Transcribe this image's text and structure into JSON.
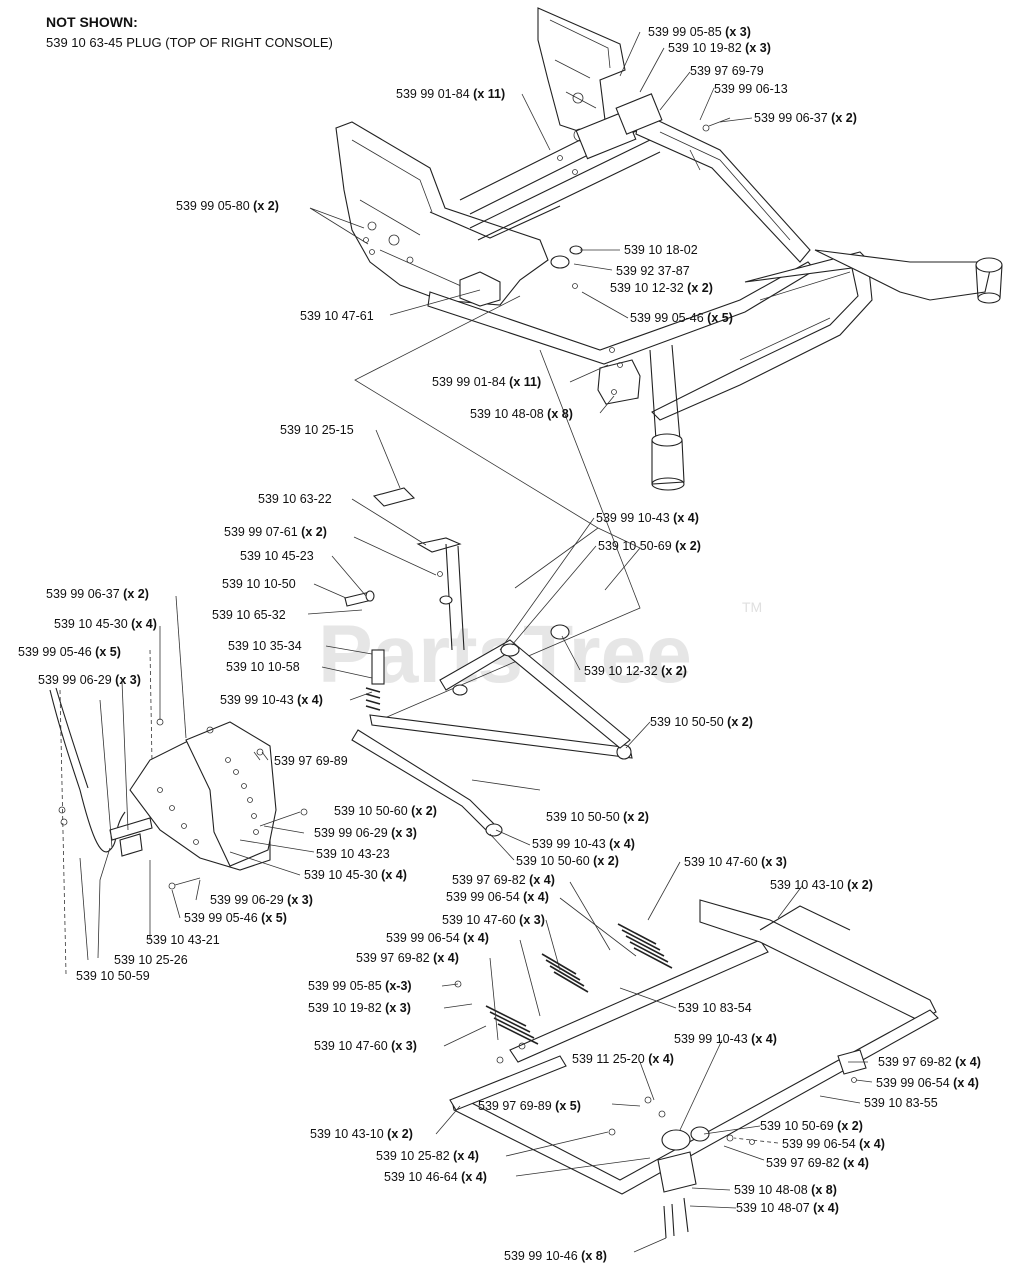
{
  "not_shown": {
    "title": "NOT SHOWN:",
    "line": "539 10 63-45  PLUG (TOP OF RIGHT CONSOLE)"
  },
  "watermark": {
    "text": "PartsTree",
    "tm": "TM"
  },
  "callouts": [
    {
      "pn": "539 99 05-85",
      "qty": "(x 3)"
    },
    {
      "pn": "539 10 19-82",
      "qty": "(x 3)"
    },
    {
      "pn": "539 97 69-79",
      "qty": ""
    },
    {
      "pn": "539 99 06-13",
      "qty": ""
    },
    {
      "pn": "539 99 01-84",
      "qty": "(x 11)"
    },
    {
      "pn": "539 99 06-37",
      "qty": "(x 2)"
    },
    {
      "pn": "539 99 05-80",
      "qty": "(x 2)"
    },
    {
      "pn": "539 10 18-02",
      "qty": ""
    },
    {
      "pn": "539 92 37-87",
      "qty": ""
    },
    {
      "pn": "539 10 12-32",
      "qty": "(x 2)"
    },
    {
      "pn": "539 10 47-61",
      "qty": ""
    },
    {
      "pn": "539 99 05-46",
      "qty": "(x 5)"
    },
    {
      "pn": "539 99 01-84",
      "qty": "(x 11)"
    },
    {
      "pn": "539 10 48-08",
      "qty": "(x 8)"
    },
    {
      "pn": "539 10 25-15",
      "qty": ""
    },
    {
      "pn": "539 10 63-22",
      "qty": ""
    },
    {
      "pn": "539 99 10-43",
      "qty": "(x 4)"
    },
    {
      "pn": "539 99 07-61",
      "qty": "(x 2)"
    },
    {
      "pn": "539 10 50-69",
      "qty": "(x 2)"
    },
    {
      "pn": "539 10 45-23",
      "qty": ""
    },
    {
      "pn": "539 10 10-50",
      "qty": ""
    },
    {
      "pn": "539 99 06-37",
      "qty": "(x 2)"
    },
    {
      "pn": "539 10 65-32",
      "qty": ""
    },
    {
      "pn": "539 10 45-30",
      "qty": "(x 4)"
    },
    {
      "pn": "539 10 35-34",
      "qty": ""
    },
    {
      "pn": "539 99 05-46",
      "qty": "(x 5)"
    },
    {
      "pn": "539 10 12-32",
      "qty": "(x 2)"
    },
    {
      "pn": "539 10 10-58",
      "qty": ""
    },
    {
      "pn": "539 99 06-29",
      "qty": "(x 3)"
    },
    {
      "pn": "539 99 10-43",
      "qty": "(x 4)"
    },
    {
      "pn": "539 10 50-50",
      "qty": "(x 2)"
    },
    {
      "pn": "539 97 69-89",
      "qty": ""
    },
    {
      "pn": "539 10 50-60",
      "qty": "(x 2)"
    },
    {
      "pn": "539 10 50-50",
      "qty": "(x 2)"
    },
    {
      "pn": "539 99 06-29",
      "qty": "(x 3)"
    },
    {
      "pn": "539 99 10-43",
      "qty": "(x 4)"
    },
    {
      "pn": "539 10 43-23",
      "qty": ""
    },
    {
      "pn": "539 10 50-60",
      "qty": "(x 2)"
    },
    {
      "pn": "539 10 47-60",
      "qty": "(x 3)"
    },
    {
      "pn": "539 10 45-30",
      "qty": "(x 4)"
    },
    {
      "pn": "539 97 69-82",
      "qty": "(x 4)"
    },
    {
      "pn": "539 10 43-10",
      "qty": "(x 2)"
    },
    {
      "pn": "539 99 06-54",
      "qty": "(x 4)"
    },
    {
      "pn": "539 99 06-29",
      "qty": "(x 3)"
    },
    {
      "pn": "539 99 05-46",
      "qty": "(x 5)"
    },
    {
      "pn": "539 10 47-60",
      "qty": "(x 3)"
    },
    {
      "pn": "539 10 43-21",
      "qty": ""
    },
    {
      "pn": "539 99 06-54",
      "qty": "(x 4)"
    },
    {
      "pn": "539 10 25-26",
      "qty": ""
    },
    {
      "pn": "539 97 69-82",
      "qty": "(x 4)"
    },
    {
      "pn": "539 10 50-59",
      "qty": ""
    },
    {
      "pn": "539 99 05-85",
      "qty": "(x-3)"
    },
    {
      "pn": "539 10 83-54",
      "qty": ""
    },
    {
      "pn": "539 10 19-82",
      "qty": "(x 3)"
    },
    {
      "pn": "539 10 47-60",
      "qty": "(x 3)"
    },
    {
      "pn": "539 99 10-43",
      "qty": "(x 4)"
    },
    {
      "pn": "539 11 25-20",
      "qty": "(x 4)"
    },
    {
      "pn": "539 97 69-82",
      "qty": "(x 4)"
    },
    {
      "pn": "539 99 06-54",
      "qty": "(x 4)"
    },
    {
      "pn": "539 97 69-89",
      "qty": "(x 5)"
    },
    {
      "pn": "539 10 83-55",
      "qty": ""
    },
    {
      "pn": "539 10 43-10",
      "qty": "(x 2)"
    },
    {
      "pn": "539 10 50-69",
      "qty": "(x 2)"
    },
    {
      "pn": "539 99 06-54",
      "qty": "(x 4)"
    },
    {
      "pn": "539 10 25-82",
      "qty": "(x 4)"
    },
    {
      "pn": "539 97 69-82",
      "qty": "(x 4)"
    },
    {
      "pn": "539 10 46-64",
      "qty": "(x 4)"
    },
    {
      "pn": "539 10 48-08",
      "qty": "(x 8)"
    },
    {
      "pn": "539 10 48-07",
      "qty": "(x 4)"
    },
    {
      "pn": "539 99 10-46",
      "qty": "(x 8)"
    }
  ]
}
